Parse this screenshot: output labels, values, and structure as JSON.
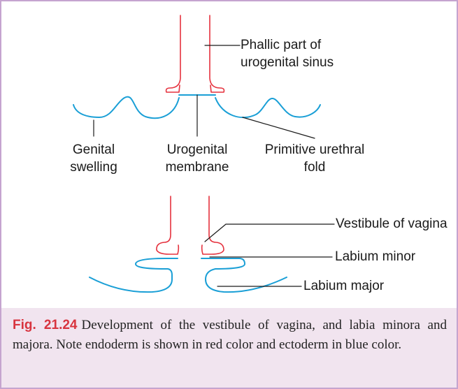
{
  "colors": {
    "frame": "#c5a4cf",
    "caption_background": "#f1e4ef",
    "endoderm": "#e5323e",
    "ectoderm": "#1a9fd6",
    "leader": "#1a1a1a",
    "caption_number": "#d8343f"
  },
  "labels": {
    "phallic_sinus": [
      "Phallic part of",
      "urogenital sinus"
    ],
    "genital_swelling": [
      "Genital",
      "swelling"
    ],
    "urogenital_membrane": [
      "Urogenital",
      "membrane"
    ],
    "primitive_urethral_fold": [
      "Primitive urethral",
      "fold"
    ],
    "vestibule": "Vestibule of vagina",
    "labium_minor": "Labium minor",
    "labium_major": "Labium major"
  },
  "caption": {
    "number": "Fig. 21.24",
    "text": "Development of the vestibule of vagina, and labia minora and majora. Note endoderm is shown in red color and ectoderm in blue color."
  }
}
